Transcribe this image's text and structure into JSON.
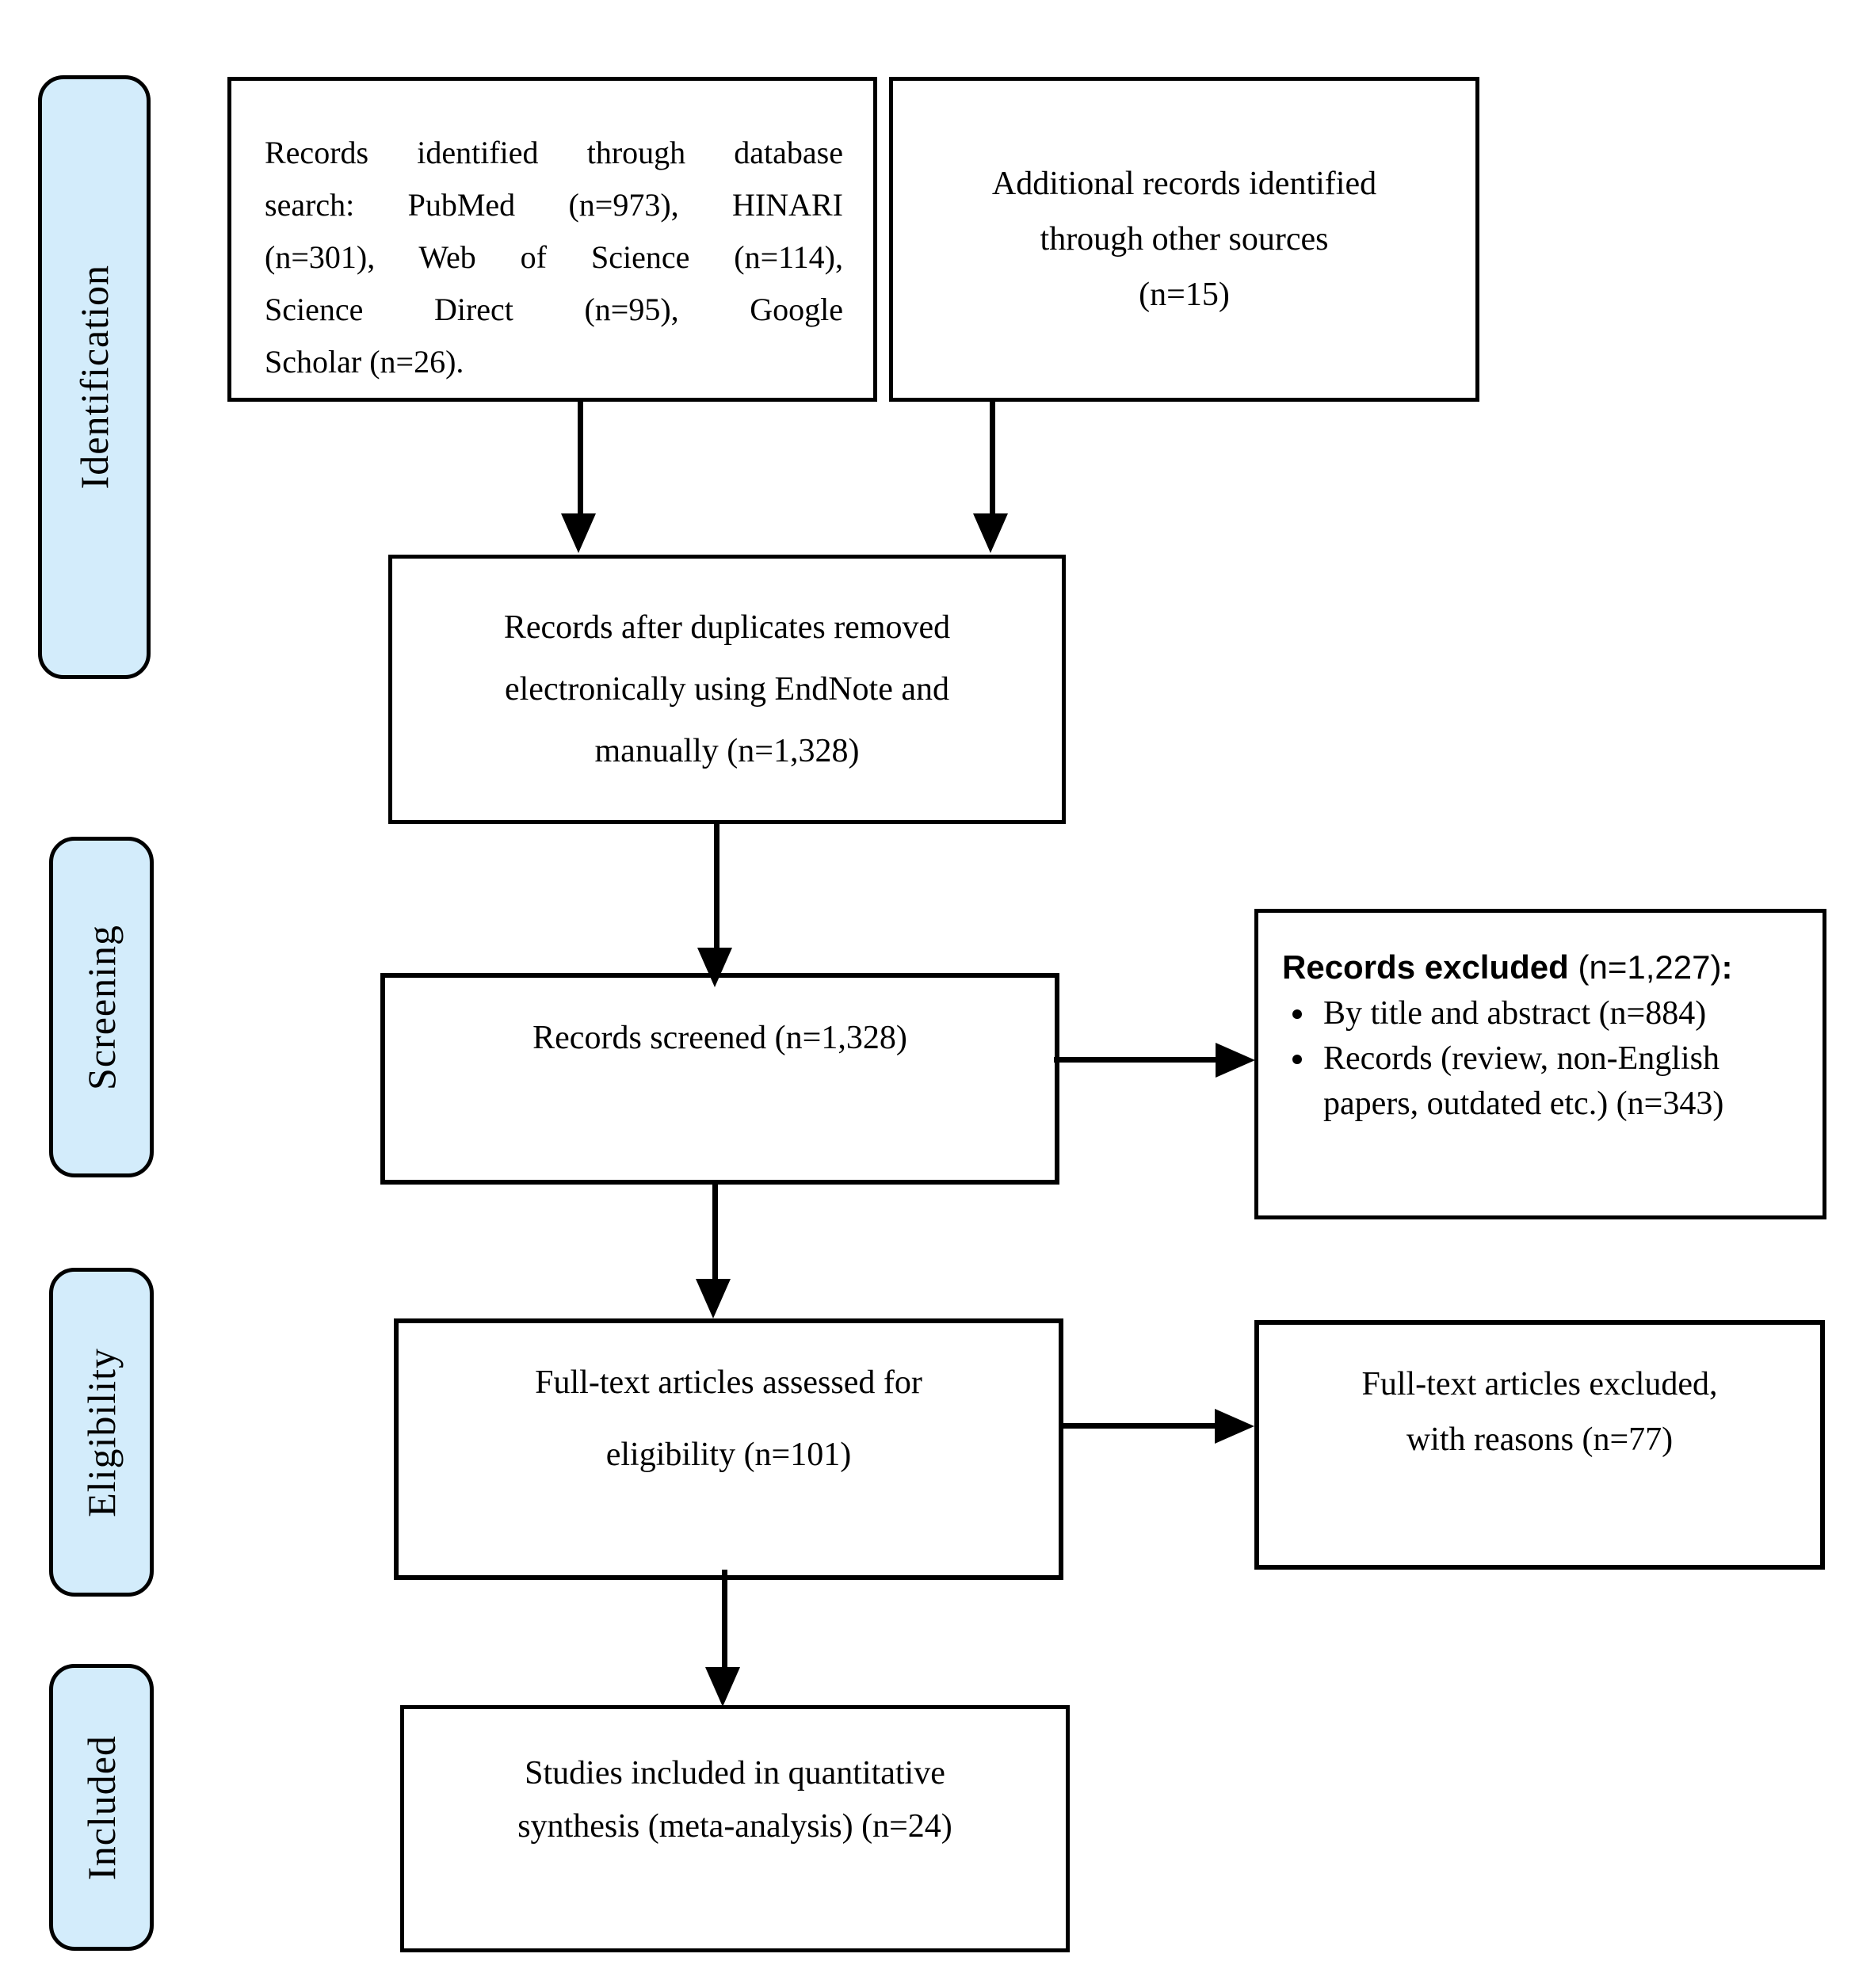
{
  "stages": [
    "Identification",
    "Screening",
    "Eligibility",
    "Included"
  ],
  "boxes": {
    "identified": {
      "lines": [
        "Records identified through database",
        "search: PubMed (n=973), HINARI",
        "(n=301), Web of Science (n=114),",
        "Science Direct (n=95), Google",
        "Scholar (n=26)."
      ]
    },
    "additional": {
      "lines": [
        "Additional records identified",
        "through other sources",
        "(n=15)"
      ]
    },
    "deduplicated": {
      "lines": [
        "Records after duplicates removed",
        "electronically using EndNote and",
        "manually (n=1,328)"
      ]
    },
    "screened": {
      "text": "Records screened (n=1,328)"
    },
    "excluded": {
      "heading_bold": "Records excluded",
      "heading_rest": " (n=1,227)",
      "heading_colon": ":",
      "bullets": [
        "By title and abstract (n=884)",
        "Records (review, non-English papers, outdated etc.) (n=343)"
      ]
    },
    "fulltext": {
      "lines": [
        "Full-text articles assessed for",
        "eligibility (n=101)"
      ]
    },
    "fulltext_excluded": {
      "lines": [
        "Full-text articles excluded,",
        "with reasons (n=77)"
      ]
    },
    "included": {
      "lines": [
        "Studies included in quantitative",
        "synthesis (meta-analysis) (n=24)"
      ]
    }
  },
  "colors": {
    "stage_fill": "#d3ecfb",
    "line": "#000000",
    "box_fill": "#ffffff"
  }
}
